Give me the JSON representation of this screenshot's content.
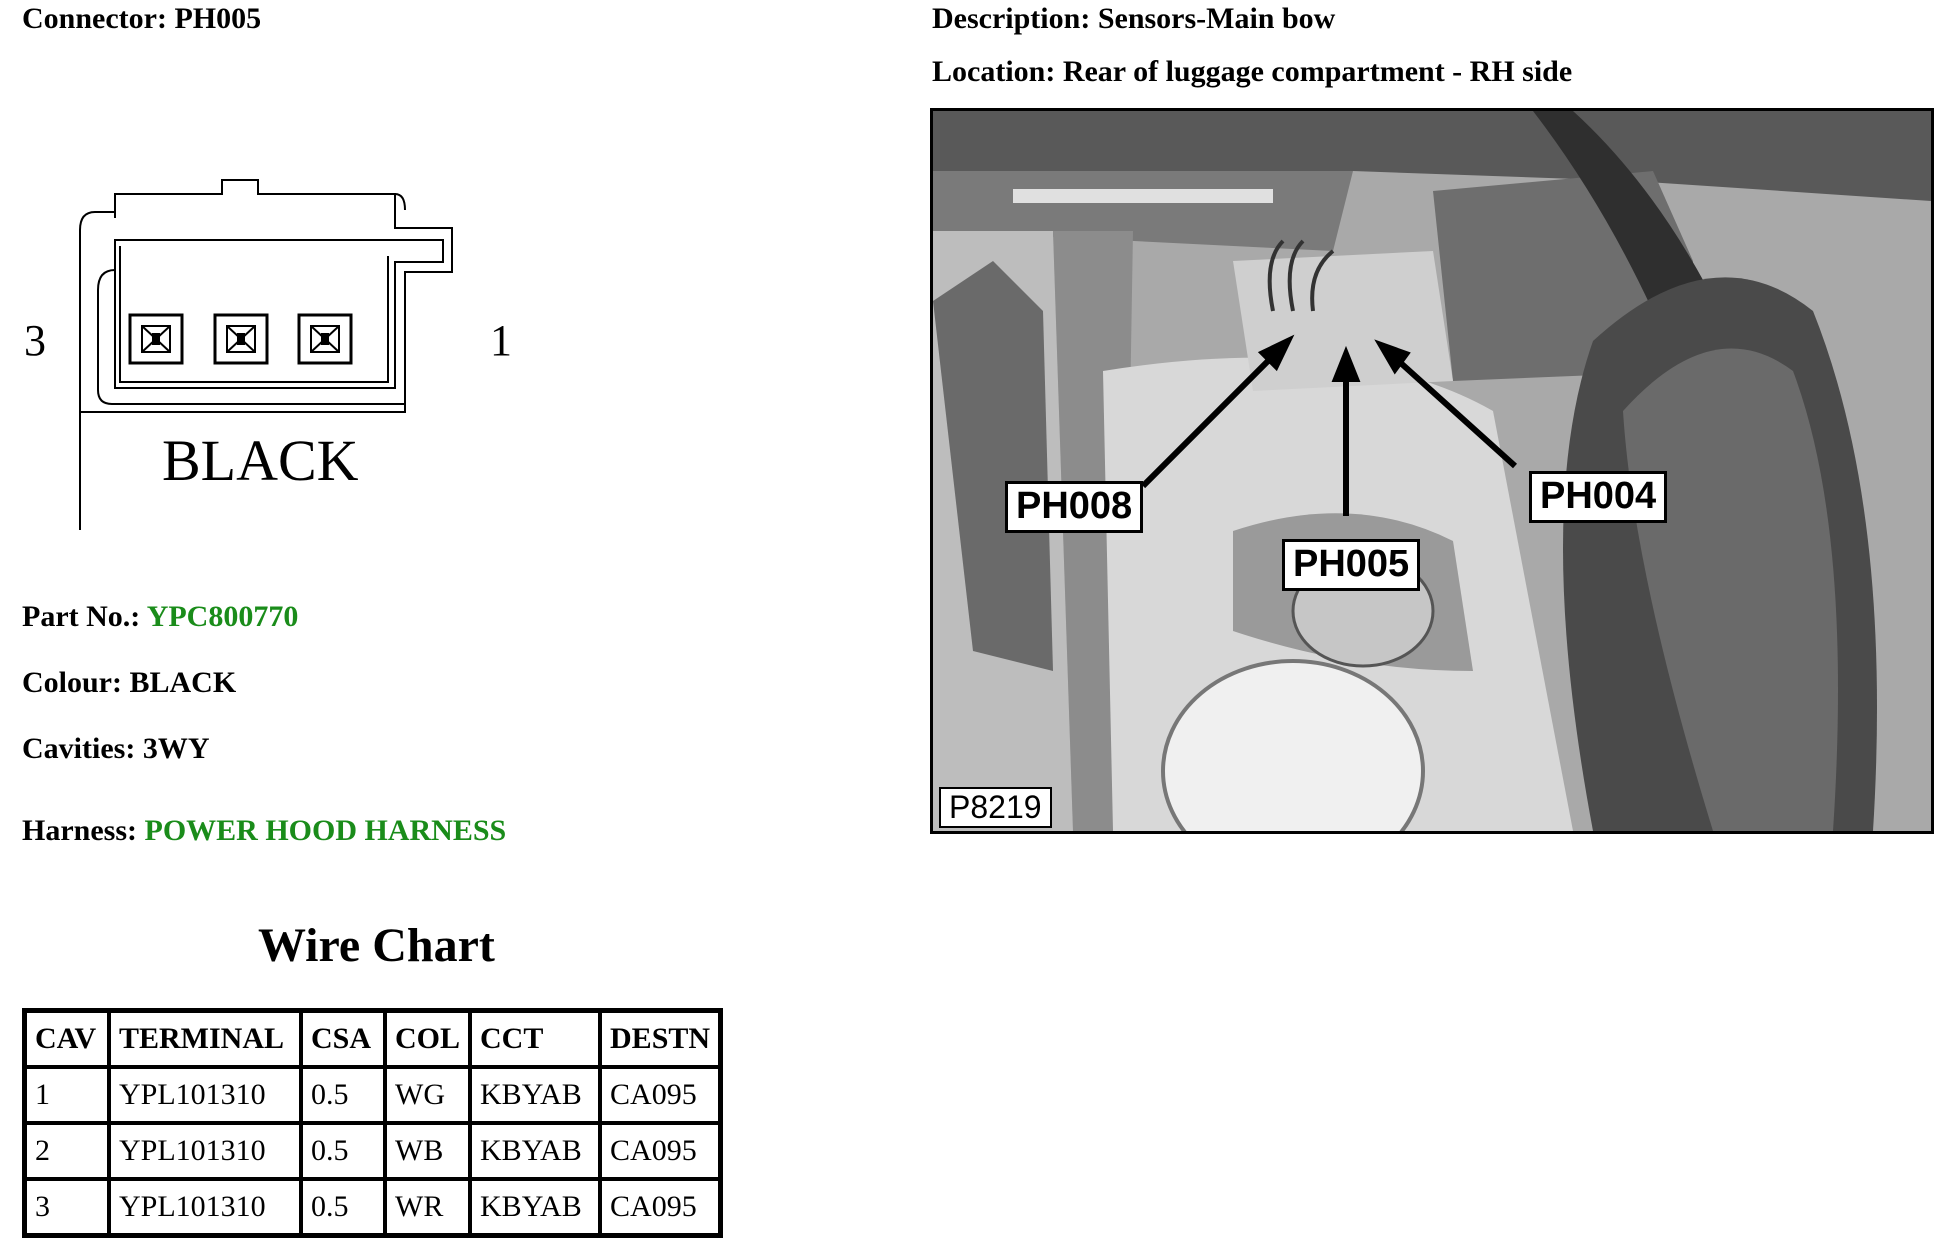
{
  "connector": {
    "label": "Connector:",
    "value": "PH005"
  },
  "description": {
    "label": "Description:",
    "value": "Sensors-Main bow"
  },
  "location": {
    "label": "Location:",
    "value": "Rear of luggage compartment - RH side"
  },
  "diagram": {
    "pin_left": "3",
    "pin_right": "1",
    "color_text": "BLACK"
  },
  "part_no": {
    "label": "Part No.:",
    "value": "YPC800770"
  },
  "colour": {
    "label": "Colour:",
    "value": "BLACK"
  },
  "cavities": {
    "label": "Cavities:",
    "value": "3WY"
  },
  "harness": {
    "label": "Harness:",
    "value": "POWER HOOD HARNESS"
  },
  "link_color": "#1a8c1a",
  "wire_chart": {
    "title": "Wire Chart",
    "headers": [
      "CAV",
      "TERMINAL",
      "CSA",
      "COL",
      "CCT",
      "DESTN"
    ],
    "rows": [
      [
        "1",
        "YPL101310",
        "0.5",
        "WG",
        "KBYAB",
        "CA095"
      ],
      [
        "2",
        "YPL101310",
        "0.5",
        "WB",
        "KBYAB",
        "CA095"
      ],
      [
        "3",
        "YPL101310",
        "0.5",
        "WR",
        "KBYAB",
        "CA095"
      ]
    ]
  },
  "photo": {
    "callouts": [
      "PH008",
      "PH005",
      "PH004"
    ],
    "reference": "P8219"
  }
}
